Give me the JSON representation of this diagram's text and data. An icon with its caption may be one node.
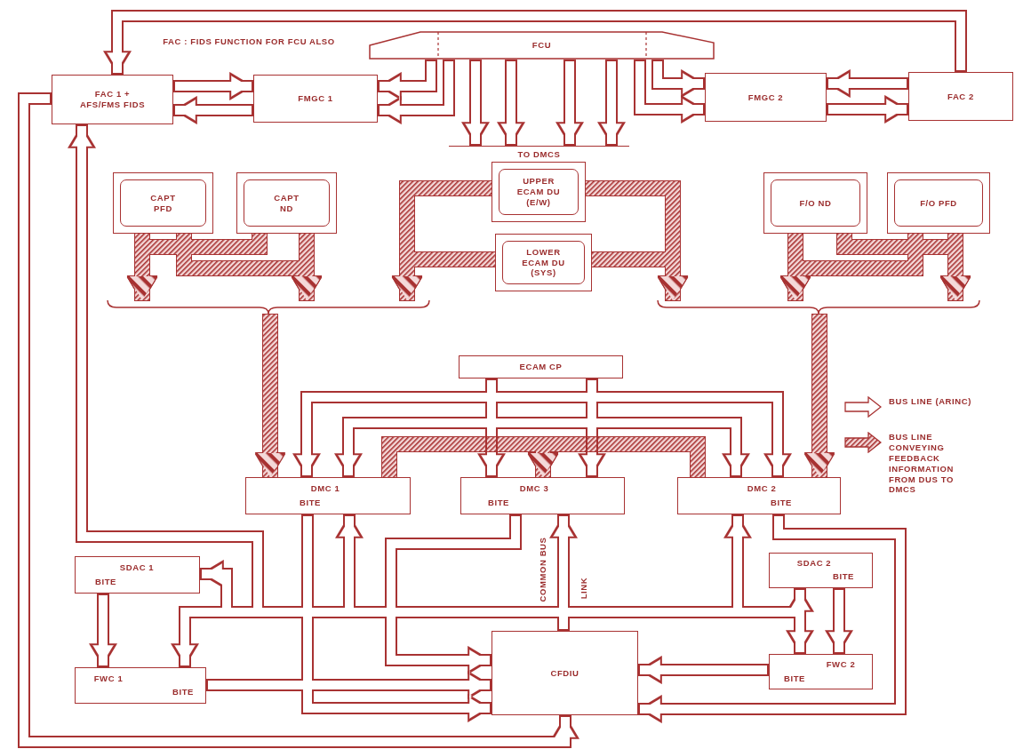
{
  "diagram": {
    "nodes": [
      {
        "text": [
          "FAC 1 + AFS/FMS FIDS"
        ]
      },
      {
        "text": [
          "FMGC 1"
        ]
      },
      {
        "text": [
          "FCU"
        ]
      },
      {
        "text": [
          "FMGC 2"
        ]
      },
      {
        "text": [
          "FAC 2"
        ]
      },
      {
        "text": [
          "UPPER ECAM DU (E/W)"
        ]
      },
      {
        "text": [
          "LOWER ECAM DU (SYS)"
        ]
      },
      {
        "text": [
          "CAPT PFD"
        ]
      },
      {
        "text": [
          "CAPT ND"
        ]
      },
      {
        "text": [
          "F/O ND"
        ]
      },
      {
        "text": [
          "F/O PFD"
        ]
      },
      {
        "text": [
          "ECAM CP"
        ]
      },
      {
        "text": [
          "DMC 1",
          "BITE"
        ]
      },
      {
        "text": [
          "DMC 3",
          "BITE"
        ]
      },
      {
        "text": [
          "DMC 2",
          "BITE"
        ]
      },
      {
        "text": [
          "SDAC 1",
          "BITE"
        ]
      },
      {
        "text": [
          "FWC 1",
          "BITE"
        ]
      },
      {
        "text": [
          "CFDIU"
        ]
      },
      {
        "text": [
          "SDAC 2",
          "BITE"
        ]
      },
      {
        "text": [
          "FWC 2",
          "BITE"
        ]
      },
      {
        "text": [
          "TO DMCS"
        ]
      },
      {
        "text": [],
        "shape": "brace"
      },
      {
        "text": [],
        "shape": "brace"
      }
    ],
    "edges": [
      {
        "from": 0,
        "to": 1,
        "arrow": "to"
      },
      {
        "from": 1,
        "to": 0,
        "arrow": "to"
      },
      {
        "from": 2,
        "to": 1,
        "arrow": "to"
      },
      {
        "from": 2,
        "to": 1,
        "arrow": "to"
      },
      {
        "from": 2,
        "to": 3,
        "arrow": "to"
      },
      {
        "from": 2,
        "to": 3,
        "arrow": "to"
      },
      {
        "from": 4,
        "to": 3,
        "arrow": "to"
      },
      {
        "from": 3,
        "to": 4,
        "arrow": "to"
      },
      {
        "from": 4,
        "to": 0,
        "arrow": "to"
      },
      {
        "from": 2,
        "to": 20,
        "arrow": "to"
      },
      {
        "from": 2,
        "to": 20,
        "arrow": "to"
      },
      {
        "from": 2,
        "to": 20,
        "arrow": "to"
      },
      {
        "from": 2,
        "to": 20,
        "arrow": "to"
      },
      {
        "from": 7,
        "to": 21,
        "arrow": "to",
        "style": "thick"
      },
      {
        "from": 7,
        "to": 21,
        "arrow": "to",
        "style": "thick"
      },
      {
        "from": 8,
        "to": 21,
        "arrow": "to",
        "style": "thick"
      },
      {
        "from": 8,
        "to": 21,
        "arrow": "to",
        "style": "thick"
      },
      {
        "from": 9,
        "to": 22,
        "arrow": "to",
        "style": "thick"
      },
      {
        "from": 9,
        "to": 22,
        "arrow": "to",
        "style": "thick"
      },
      {
        "from": 10,
        "to": 22,
        "arrow": "to",
        "style": "thick"
      },
      {
        "from": 10,
        "to": 22,
        "arrow": "to",
        "style": "thick"
      },
      {
        "from": 5,
        "to": 21,
        "arrow": "to",
        "style": "thick"
      },
      {
        "from": 5,
        "to": 22,
        "arrow": "to",
        "style": "thick"
      },
      {
        "from": 6,
        "to": 21,
        "arrow": "to",
        "style": "thick"
      },
      {
        "from": 6,
        "to": 22,
        "arrow": "to",
        "style": "thick"
      },
      {
        "from": 21,
        "to": 12,
        "arrow": "to",
        "style": "thick"
      },
      {
        "from": 22,
        "to": 14,
        "arrow": "to",
        "style": "thick"
      },
      {
        "from": 12,
        "to": 13,
        "arrow": "to",
        "style": "thick"
      },
      {
        "from": 14,
        "to": 13,
        "arrow": "to",
        "style": "thick"
      },
      {
        "from": 11,
        "to": 12,
        "arrow": "to"
      },
      {
        "from": 11,
        "to": 14,
        "arrow": "to"
      },
      {
        "from": 11,
        "to": 13,
        "arrow": "to"
      },
      {
        "from": 11,
        "to": 12,
        "arrow": "to"
      },
      {
        "from": 11,
        "to": 14,
        "arrow": "to"
      },
      {
        "from": 11,
        "to": 13,
        "arrow": "to"
      },
      {
        "from": 17,
        "to": 13,
        "arrow": "to"
      },
      {
        "from": 17,
        "to": 12,
        "arrow": "to"
      },
      {
        "from": 17,
        "to": 14,
        "arrow": "to"
      },
      {
        "from": 17,
        "to": 0,
        "arrow": "to"
      },
      {
        "from": 17,
        "to": 15,
        "arrow": "to"
      },
      {
        "from": 17,
        "to": 16,
        "arrow": "to"
      },
      {
        "from": 17,
        "to": 18,
        "arrow": "to"
      },
      {
        "from": 17,
        "to": 19,
        "arrow": "to"
      },
      {
        "from": 12,
        "to": 17,
        "arrow": "to"
      },
      {
        "from": 13,
        "to": 17,
        "arrow": "to"
      },
      {
        "from": 16,
        "to": 17,
        "arrow": "to"
      },
      {
        "from": 19,
        "to": 17,
        "arrow": "to"
      },
      {
        "from": 14,
        "to": 17,
        "arrow": "to"
      },
      {
        "from": 0,
        "to": 17,
        "arrow": "to"
      },
      {
        "from": 15,
        "to": 16,
        "arrow": "to"
      },
      {
        "from": 18,
        "to": 19,
        "arrow": "to"
      }
    ],
    "labels": [
      "FAC : FIDS FUNCTION FOR FCU ALSO",
      "COMMON BUS",
      "LINK"
    ],
    "legend": [
      {
        "text": "BUS LINE (ARINC)"
      },
      {
        "text": "BUS LINE CONVEYING FEEDBACK INFORMATION FROM DUS TO DMCS"
      }
    ]
  }
}
